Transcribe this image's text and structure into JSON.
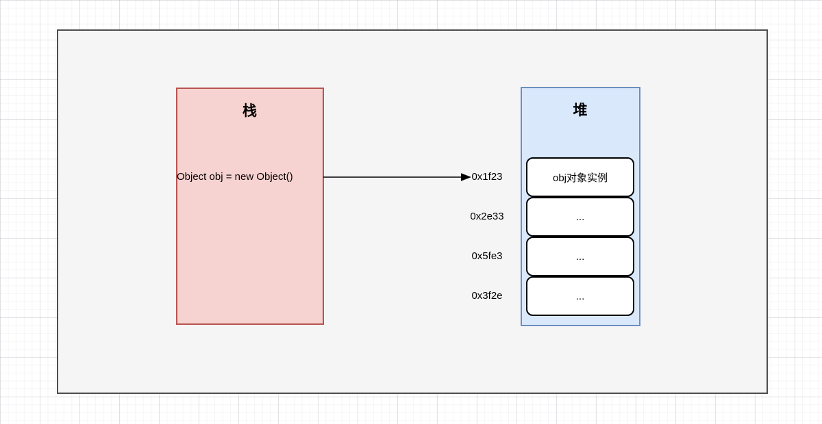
{
  "diagram": {
    "description": "stack-heap-object-reference-diagram",
    "stack": {
      "title": "栈",
      "statement": "Object obj = new Object()"
    },
    "heap": {
      "title": "堆",
      "slots": [
        {
          "address": "0x1f23",
          "value": "obj对象实例"
        },
        {
          "address": "0x2e33",
          "value": "..."
        },
        {
          "address": "0x5fe3",
          "value": "..."
        },
        {
          "address": "0x3f2e",
          "value": "..."
        }
      ]
    },
    "colors": {
      "stack_fill": "#f6d2d0",
      "stack_border": "#b85450",
      "heap_fill": "#dae8fc",
      "heap_border": "#6c8ebf",
      "slot_fill": "#ffffff",
      "slot_border": "#000000",
      "canvas_fill": "#f5f5f5",
      "canvas_border": "#4d4d4d",
      "arrow": "#000000"
    }
  }
}
